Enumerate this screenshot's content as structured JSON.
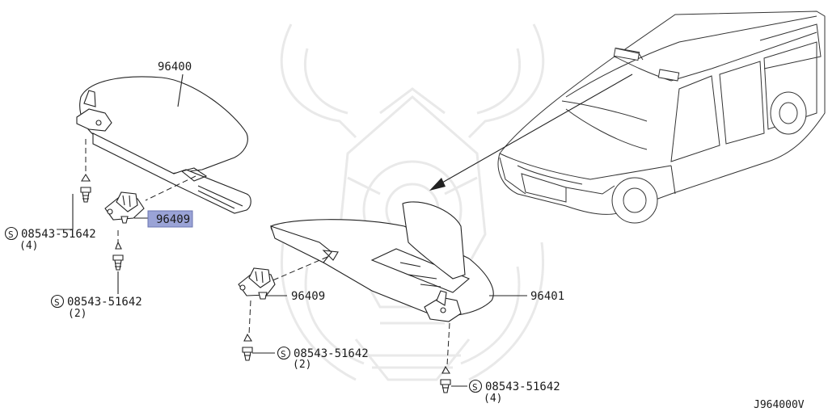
{
  "callouts": {
    "visor_left": "96400",
    "visor_right": "96401",
    "holder_left": "96409",
    "holder_right": "96409"
  },
  "screws": [
    {
      "circle": "S",
      "part": "08543-51642",
      "qty": "(4)"
    },
    {
      "circle": "S",
      "part": "08543-51642",
      "qty": "(2)"
    },
    {
      "circle": "S",
      "part": "08543-51642",
      "qty": "(2)"
    },
    {
      "circle": "S",
      "part": "08543-51642",
      "qty": "(4)"
    }
  ],
  "diagram_code": "J964000V",
  "colors": {
    "highlight": "#9aa3d6",
    "line": "#222222",
    "watermark": "#e9e9e9"
  }
}
